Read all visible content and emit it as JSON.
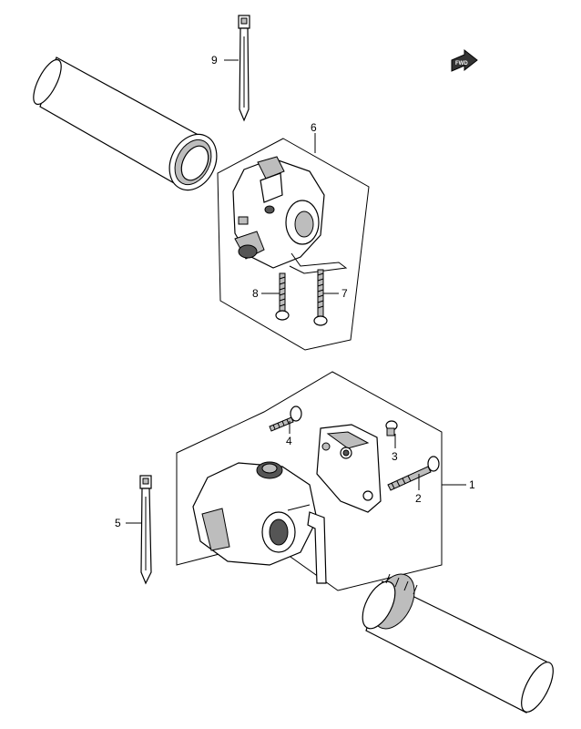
{
  "diagram": {
    "callouts": [
      {
        "id": "1",
        "label": "1"
      },
      {
        "id": "2",
        "label": "2"
      },
      {
        "id": "3",
        "label": "3"
      },
      {
        "id": "4",
        "label": "4"
      },
      {
        "id": "5",
        "label": "5"
      },
      {
        "id": "6",
        "label": "6"
      },
      {
        "id": "7",
        "label": "7"
      },
      {
        "id": "8",
        "label": "8"
      },
      {
        "id": "9",
        "label": "9"
      }
    ],
    "direction_marker": {
      "label": "FWD"
    }
  }
}
